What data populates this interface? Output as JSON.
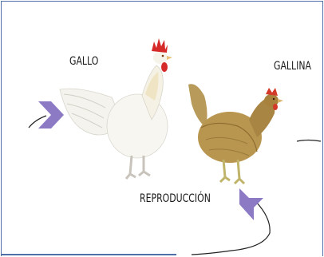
{
  "labels": {
    "rooster": "GALLO",
    "hen": "GALLINA",
    "reproduction": "REPRODUCCIÓN"
  },
  "colors": {
    "arrow": "#8c7bc4",
    "frame": "#4f6fa8",
    "cycle_line": "#222222"
  },
  "icons": [
    "rooster-illustration",
    "hen-illustration",
    "arrow-chevron-left",
    "arrow-chevron-bottom"
  ]
}
